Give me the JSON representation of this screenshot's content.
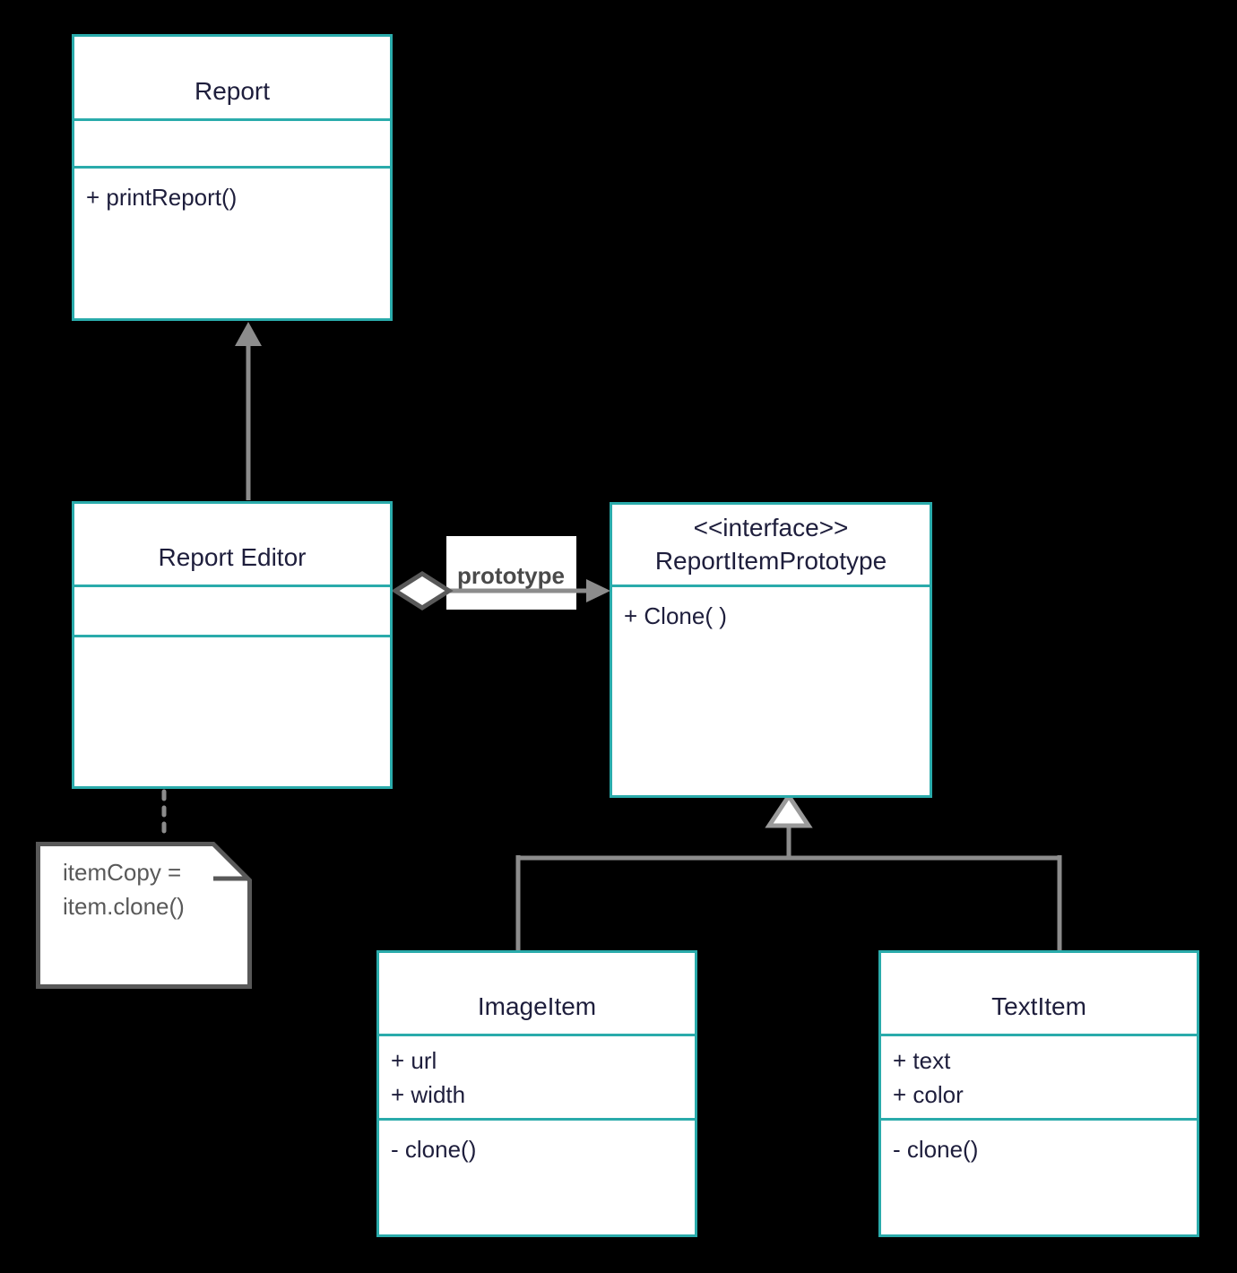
{
  "diagram": {
    "type": "uml-class-diagram",
    "background_color": "#000000",
    "box_border_color": "#2aabab",
    "box_fill_color": "#ffffff",
    "class_text_color": "#1e1e3c",
    "connector_color": "#8c8c8c",
    "note_color": "#595959"
  },
  "classes": {
    "report": {
      "title": "Report",
      "attributes": [],
      "methods": [
        "+ printReport()"
      ]
    },
    "report_editor": {
      "title": "Report Editor",
      "attributes": [],
      "methods": []
    },
    "prototype_interface": {
      "stereotype": "<<interface>>",
      "title": "ReportItemPrototype",
      "attributes": [],
      "methods": [
        "+ Clone( )"
      ]
    },
    "image_item": {
      "title": "ImageItem",
      "attributes": [
        "+ url",
        "+ width"
      ],
      "methods": [
        "- clone()"
      ]
    },
    "text_item": {
      "title": "TextItem",
      "attributes": [
        "+ text",
        "+ color"
      ],
      "methods": [
        "- clone()"
      ]
    }
  },
  "connectors": {
    "prototype_label": "prototype",
    "edges": [
      {
        "from": "Report Editor",
        "to": "Report",
        "type": "generalization"
      },
      {
        "from": "Report Editor",
        "to": "ReportItemPrototype",
        "type": "aggregation",
        "label": "prototype"
      },
      {
        "from": "ImageItem",
        "to": "ReportItemPrototype",
        "type": "realization"
      },
      {
        "from": "TextItem",
        "to": "ReportItemPrototype",
        "type": "realization"
      },
      {
        "from": "Report Editor",
        "to": "note",
        "type": "dashed-anchor"
      }
    ]
  },
  "note": {
    "lines": [
      "itemCopy =",
      "item.clone()"
    ]
  }
}
